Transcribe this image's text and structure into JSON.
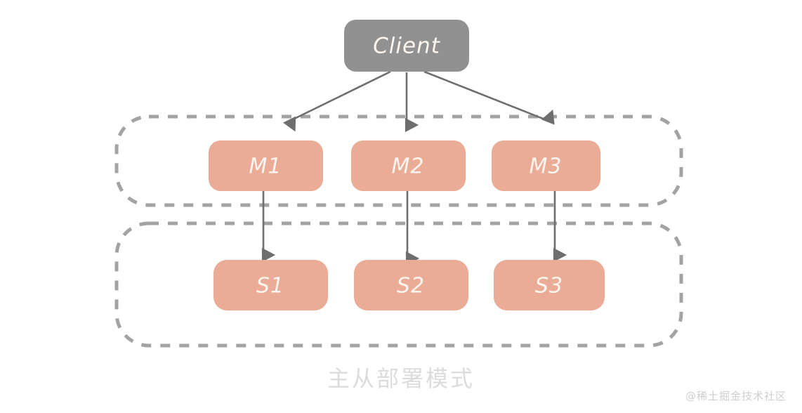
{
  "diagram": {
    "title_caption": "主从部署模式",
    "watermark": "@稀土掘金技术社区",
    "colors": {
      "client_fill": "#919191",
      "node_fill": "#eaab97",
      "node_text": "#fdf6ef",
      "dashed_border": "#a3a3a3",
      "arrow": "#6e6e6e",
      "caption": "#dcdcdc",
      "watermark": "#cfcfcf",
      "background": "#ffffff"
    },
    "client": {
      "label": "Client"
    },
    "groups": [
      {
        "name": "master-group",
        "nodes": [
          {
            "label": "M1"
          },
          {
            "label": "M2"
          },
          {
            "label": "M3"
          }
        ]
      },
      {
        "name": "slave-group",
        "nodes": [
          {
            "label": "S1"
          },
          {
            "label": "S2"
          },
          {
            "label": "S3"
          }
        ]
      }
    ],
    "connections": [
      {
        "from": "Client",
        "to": "M1"
      },
      {
        "from": "Client",
        "to": "M2"
      },
      {
        "from": "Client",
        "to": "M3"
      },
      {
        "from": "M1",
        "to": "S1"
      },
      {
        "from": "M2",
        "to": "S2"
      },
      {
        "from": "M3",
        "to": "S3"
      }
    ]
  }
}
